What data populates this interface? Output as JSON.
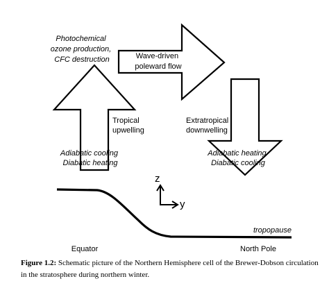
{
  "labels": {
    "photochemical": [
      "Photochemical",
      "ozone production,",
      "CFC destruction"
    ],
    "wave_driven": [
      "Wave-driven",
      "poleward flow"
    ],
    "tropical_upwelling": [
      "Tropical",
      "upwelling"
    ],
    "adiabatic_cooling": [
      "Adiabatic cooling",
      "Diabatic heating"
    ],
    "extratropical_downwelling": [
      "Extratropical",
      "downwelling"
    ],
    "adiabatic_heating": [
      "Adiabatic heating",
      "Diabatic cooling"
    ],
    "tropopause": "tropopause",
    "equator": "Equator",
    "north_pole": "North Pole",
    "axis_z": "z",
    "axis_y": "y"
  },
  "caption": {
    "label": "Figure 1.2:",
    "text": " Schematic picture of the Northern Hemisphere cell of the Brewer-Dobson circulation in the stratosphere during northern winter."
  },
  "colors": {
    "stroke": "#000000",
    "fill": "#ffffff"
  }
}
